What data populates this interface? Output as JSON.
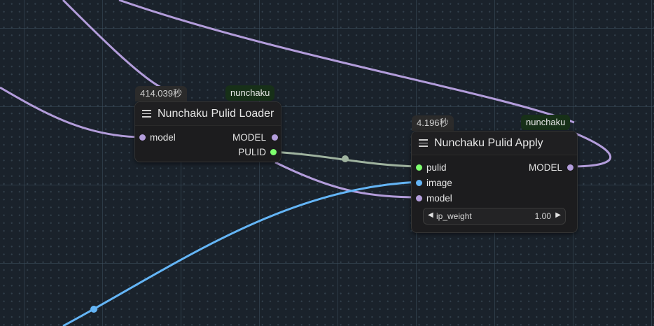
{
  "colors": {
    "model_wire": "#b39ddb",
    "pulid_wire": "#9fb39f",
    "image_wire": "#64b5f6",
    "pulid_dot": "#7dff6e",
    "image_dot": "#64b5f6",
    "model_dot": "#b39ddb"
  },
  "loader_node": {
    "time_badge": "414.039秒",
    "pack_badge": "nunchaku",
    "title": "Nunchaku Pulid Loader",
    "inputs": [
      {
        "label": "model",
        "type": "model"
      }
    ],
    "outputs": [
      {
        "label": "MODEL",
        "type": "model"
      },
      {
        "label": "PULID",
        "type": "pulid"
      }
    ]
  },
  "apply_node": {
    "time_badge": "4.196秒",
    "pack_badge": "nunchaku",
    "title": "Nunchaku Pulid Apply",
    "inputs": [
      {
        "label": "pulid",
        "type": "pulid"
      },
      {
        "label": "image",
        "type": "image"
      },
      {
        "label": "model",
        "type": "model"
      }
    ],
    "outputs": [
      {
        "label": "MODEL",
        "type": "model"
      }
    ],
    "widget": {
      "label": "ip_weight",
      "value": "1.00"
    }
  },
  "icons": {
    "menu": "hamburger-menu-icon",
    "left": "triangle-left-icon",
    "right": "triangle-right-icon"
  }
}
